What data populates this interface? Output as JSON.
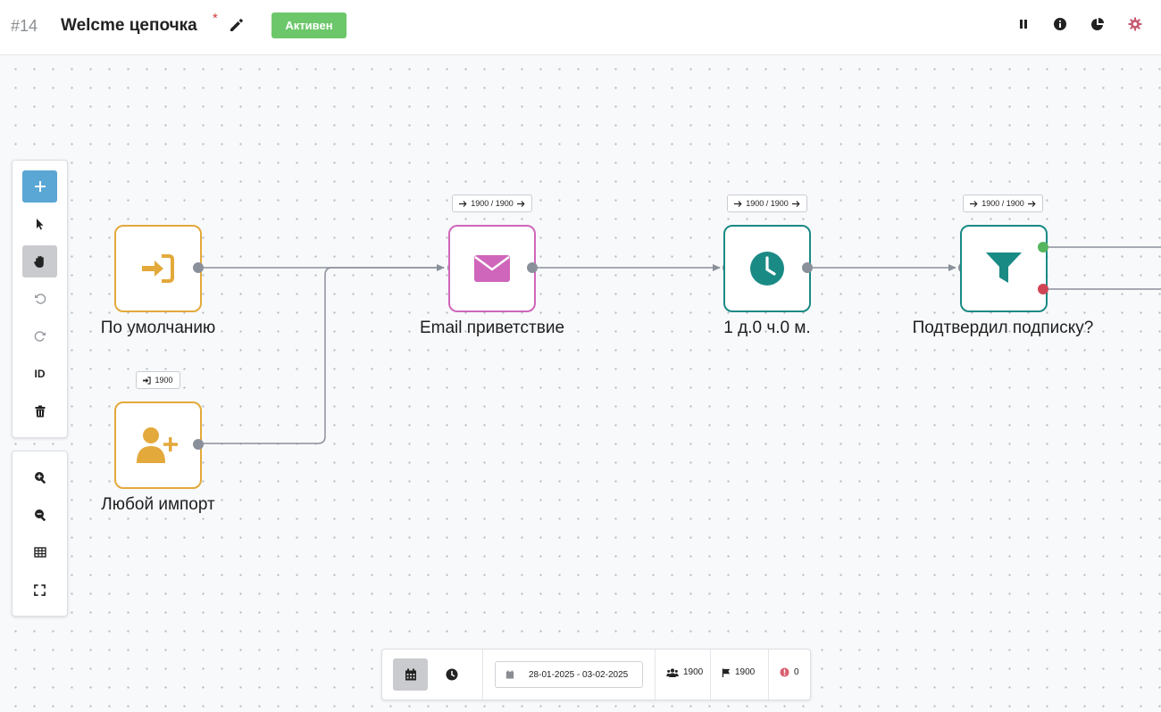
{
  "header": {
    "chain_id": "#14",
    "title": "Welcme цепочка",
    "unsaved_marker": "*",
    "status": "Активен",
    "status_color": "#6cc76a",
    "icons": [
      "pause-icon",
      "info-icon",
      "stats-icon",
      "settings-icon"
    ]
  },
  "toolbar": {
    "tools": [
      "add",
      "select",
      "pan",
      "undo",
      "redo",
      "ID",
      "delete"
    ],
    "id_label": "ID",
    "view_tools": [
      "zoom-in",
      "zoom-out",
      "grid",
      "fullscreen"
    ]
  },
  "nodes": [
    {
      "type": "start",
      "label": "По умолчанию",
      "color": "#e3a93b",
      "icon": "sign-in-icon"
    },
    {
      "type": "start",
      "label": "Любой импорт",
      "color": "#e3a93b",
      "icon": "user-plus-icon",
      "badge": "1900"
    },
    {
      "type": "email",
      "label": "Email приветствие",
      "color": "#cf66bb",
      "icon": "envelope-icon",
      "badge": "1900 / 1900"
    },
    {
      "type": "delay",
      "label": "1 д.0 ч.0 м.",
      "color": "#1a8a85",
      "icon": "clock-icon",
      "badge": "1900 / 1900"
    },
    {
      "type": "filter",
      "label": "Подтвердил подписку?",
      "color": "#1a8a85",
      "icon": "filter-icon",
      "badge": "1900 / 1900"
    }
  ],
  "bottombar": {
    "date_range": "28-01-2025 - 03-02-2025",
    "users": "1900",
    "finished": "1900",
    "errors": "0"
  }
}
